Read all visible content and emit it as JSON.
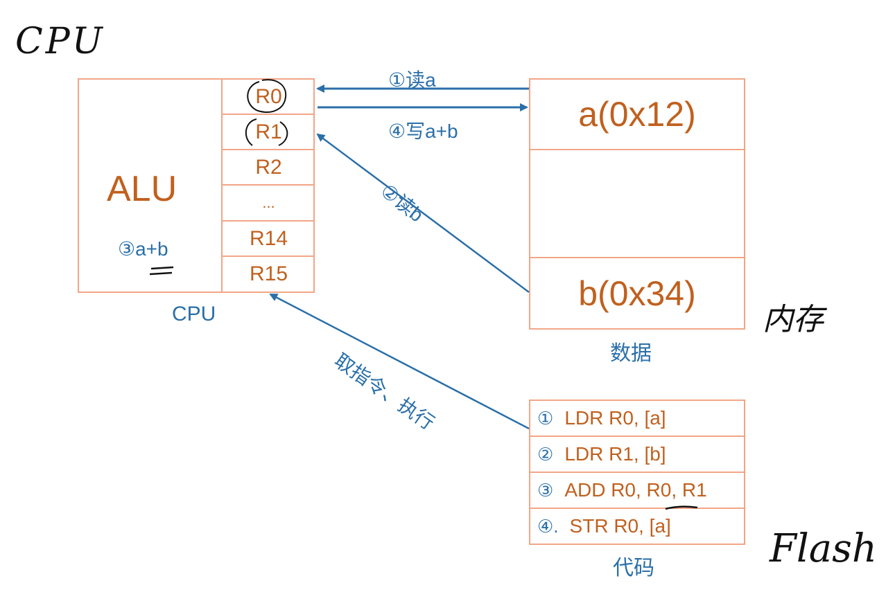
{
  "handwriting": {
    "cpu": "CPU",
    "memory": "内存",
    "flash": "Flash"
  },
  "cpu": {
    "alu_label": "ALU",
    "alu_step": "③a+b",
    "caption": "CPU",
    "registers": [
      "R0",
      "R1",
      "R2",
      "...",
      "R14",
      "R15"
    ]
  },
  "memory": {
    "cell_a": "a(0x12)",
    "cell_b": "b(0x34)",
    "caption": "数据"
  },
  "code": {
    "caption": "代码",
    "lines": [
      {
        "num": "①",
        "text": "LDR  R0, [a]"
      },
      {
        "num": "②",
        "text": "LDR  R1, [b]"
      },
      {
        "num": "③",
        "text": "ADD R0, R0, R1"
      },
      {
        "num": "④.",
        "text": "STR R0, [a]"
      }
    ]
  },
  "arrows": {
    "read_a": "①读a",
    "write_ab": "④写a+b",
    "read_b": "②读b",
    "fetch": "取指令、执行"
  },
  "colors": {
    "orange_text": "#c0601e",
    "box_border": "#f2a585",
    "blue": "#2a6fa8"
  }
}
